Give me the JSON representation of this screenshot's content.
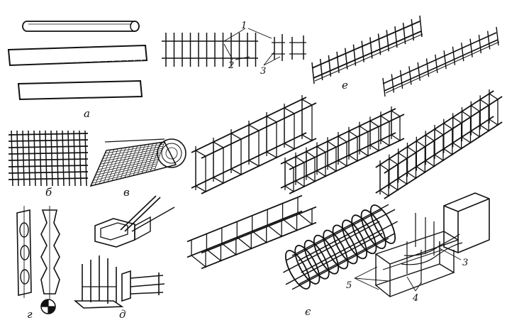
{
  "panel_labels": {
    "a": "а",
    "b": "б",
    "v": "в",
    "g": "г",
    "d": "д",
    "e": "е",
    "ye": "є"
  },
  "callouts": {
    "n1": "1",
    "n2": "2",
    "n3": "3",
    "n3b": "3",
    "n4": "4",
    "n5": "5"
  },
  "colors": {
    "ink": "#111111",
    "paper": "#ffffff"
  }
}
